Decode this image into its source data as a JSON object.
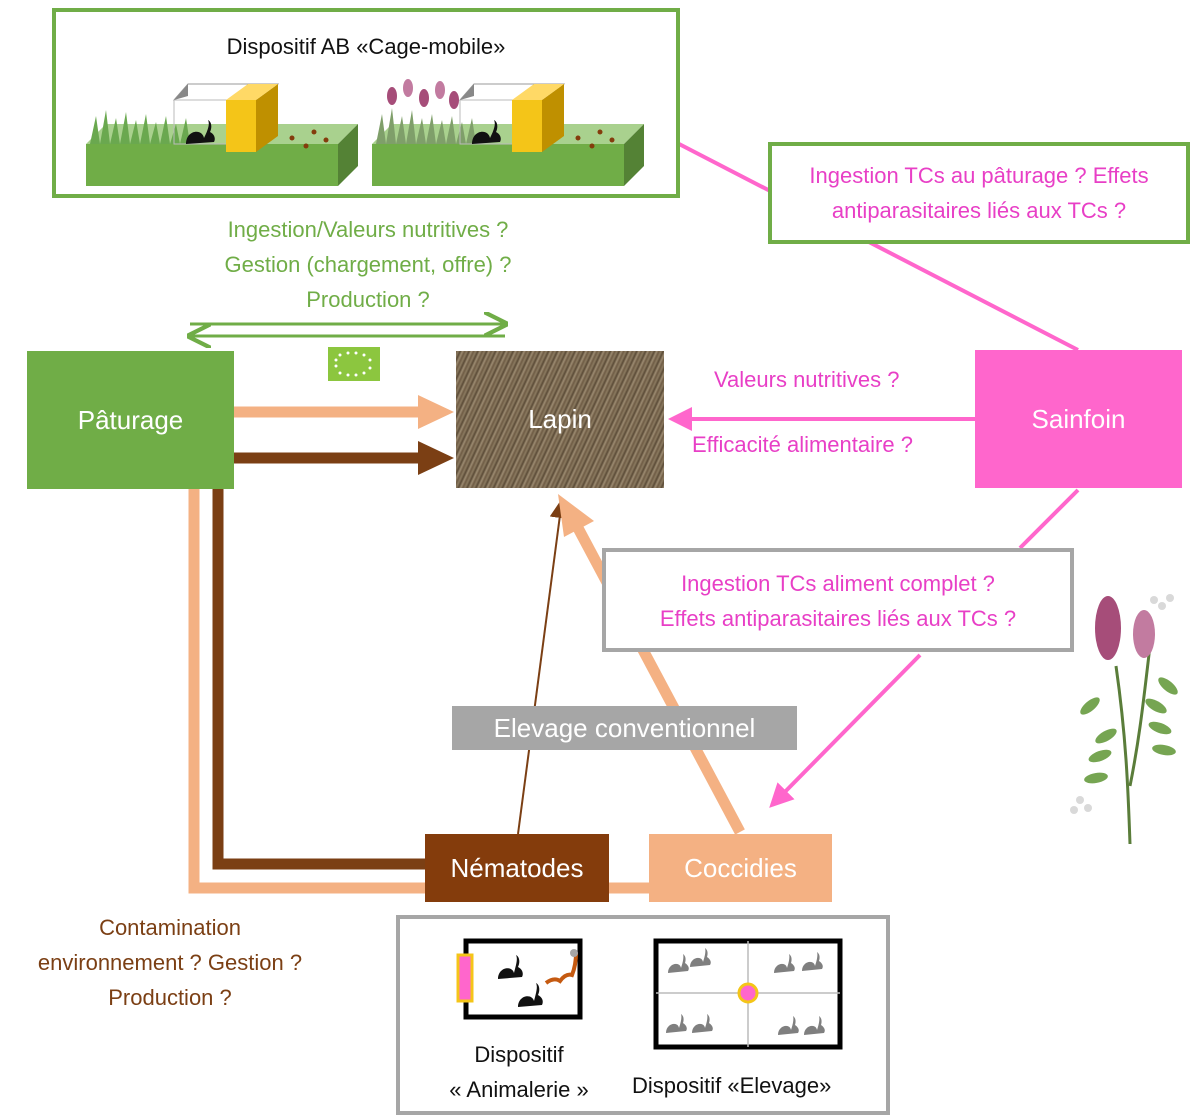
{
  "top_panel": {
    "title": "Dispositif AB «Cage-mobile»"
  },
  "pasture_questions": [
    "Ingestion/Valeurs nutritives ?",
    "Gestion (chargement, offre) ?",
    "Production ?"
  ],
  "sainfoin_pasture_question": [
    "Ingestion TCs au pâturage ? Effets",
    "antiparasitaires liés aux TCs ?"
  ],
  "nodes": {
    "paturage": "Pâturage",
    "lapin": "Lapin",
    "sainfoin": "Sainfoin",
    "nematodes": "Nématodes",
    "coccidies": "Coccidies"
  },
  "sainfoin_lapin_labels": {
    "top": "Valeurs nutritives ?",
    "bottom": "Efficacité alimentaire ?"
  },
  "complete_feed_question": [
    "Ingestion TCs aliment complet ?",
    "Effets antiparasitaires liés aux TCs ?"
  ],
  "conventional_label": "Elevage conventionnel",
  "contamination_question": [
    "Contamination",
    "environnement ? Gestion ?",
    "Production ?"
  ],
  "bottom_panel": {
    "animalerie": [
      "Dispositif",
      "« Animalerie »"
    ],
    "elevage": "Dispositif «Elevage»"
  },
  "colors": {
    "green": "#70ad47",
    "pink": "#ff66cc",
    "pink_text": "#e83fc6",
    "brown": "#7b3f14",
    "tan": "#f4b183",
    "grey": "#a6a6a6"
  }
}
